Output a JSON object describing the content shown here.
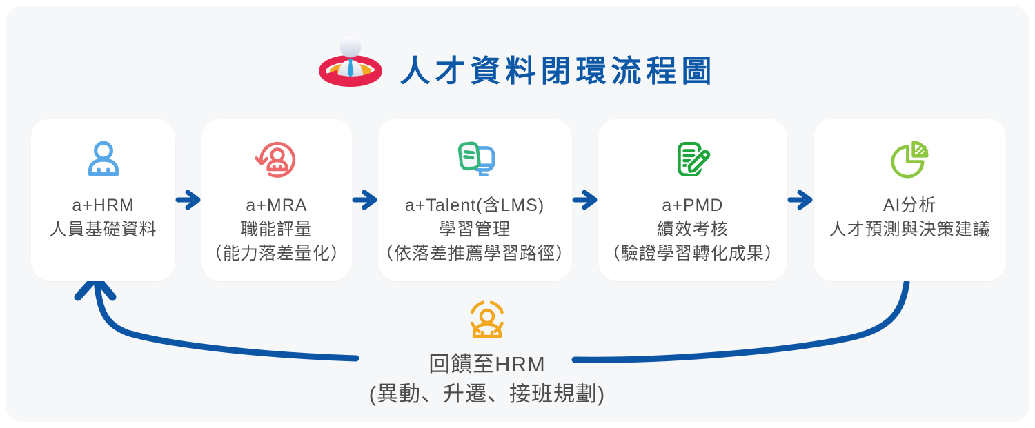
{
  "header": {
    "title": "人才資料閉環流程圖",
    "title_color": "#0d57a7",
    "logo": {
      "icon": "person-loop-logo",
      "ring_color": "#e6234c",
      "accent_color": "#f6a723",
      "tie_color": "#2ea0dc"
    }
  },
  "flow": {
    "arrow_color": "#0c55a5",
    "cards": [
      {
        "icon": "user-icon",
        "icon_color": "#58a7e9",
        "lines": [
          "a+HRM",
          "人員基礎資料"
        ]
      },
      {
        "icon": "user-refresh-icon",
        "icon_color": "#ed6a6a",
        "lines": [
          "a+MRA",
          "職能評量",
          "（能力落差量化）"
        ]
      },
      {
        "icon": "book-monitor-icon",
        "icon_color": "#35b57c",
        "icon_color2": "#58a7e9",
        "lines": [
          "a+Talent(含LMS)",
          "學習管理",
          "（依落差推薦學習路徑）"
        ]
      },
      {
        "icon": "exam-pencil-icon",
        "icon_color": "#1ea53c",
        "lines": [
          "a+PMD",
          "績效考核",
          "（驗證學習轉化成果）"
        ]
      },
      {
        "icon": "pie-chart-icon",
        "icon_color": "#8dc63f",
        "lines": [
          "AI分析",
          "人才預測與決策建議"
        ]
      }
    ]
  },
  "feedback": {
    "icon": "person-halo-icon",
    "icon_color": "#f2a71f",
    "loop_color": "#0c55a5",
    "lines": [
      "回饋至HRM",
      "(異動、升遷、接班規劃)"
    ]
  },
  "colors": {
    "page_bg": "#ffffff",
    "panel_bg": "#f6f7f8",
    "card_bg": "#ffffff",
    "text": "#4d4d4d"
  }
}
